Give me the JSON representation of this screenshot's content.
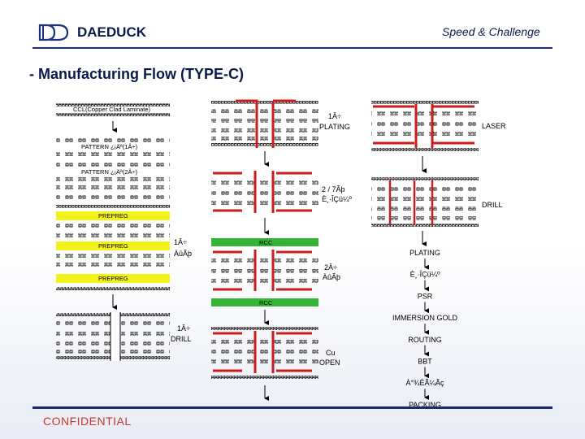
{
  "header": {
    "brand": "DAEDUCK",
    "slogan": "Speed & Challenge",
    "title": "- Manufacturing Flow (TYPE-C)"
  },
  "footer": {
    "confidential": "CONFIDENTIAL"
  },
  "colors": {
    "copper": "#c81e1e",
    "green": "#35b535",
    "yellow": "#f3f31a",
    "navy": "#1e2f7a"
  },
  "col1": {
    "ccl": "CCL(Copper Clad Laminate)",
    "pattern1": "PATTERN ¿¡Äª(1Â÷)",
    "pattern2": "PATTERN ¿¡Äª(2Â÷)",
    "prepreg": "PREPREG",
    "press_1": "1Â÷",
    "press_2": "ÀûÃþ",
    "drill_1": "1Â÷",
    "drill_2": "DRILL"
  },
  "col2": {
    "plating_1": "1Â÷",
    "plating_2": "PLATING",
    "step2_1": "2 / 7Ãþ",
    "step2_2": "È¸·ÎÇü¼º",
    "rcc": "RCC",
    "press2_1": "2Â÷",
    "press2_2": "ÀûÃþ",
    "cuopen_1": "Cu",
    "cuopen_2": "OPEN"
  },
  "col3": {
    "laser": "LASER",
    "drill": "DRILL",
    "flow": [
      "PLATING",
      "È¸·ÎÇü¼º",
      "PSR",
      "IMMERSION GOLD",
      "ROUTING",
      "BBT",
      "À°¾ÈÃ¼Ãç",
      "PACKING"
    ]
  }
}
